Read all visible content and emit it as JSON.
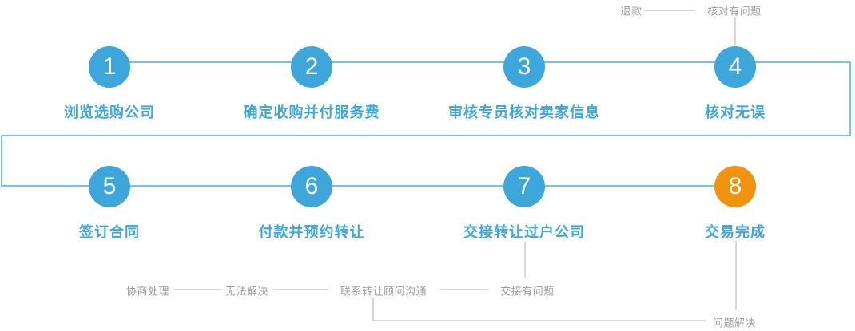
{
  "diagram_title": "company-purchase-transfer-process",
  "palette": {
    "step_blue": "#3da7dc",
    "step_orange": "#f2930f",
    "flow_line_blue": "#4aabdd",
    "annotation_gray_text": "#9c9c9c",
    "annotation_gray_line": "#b0b0b0",
    "background": "#ffffff"
  },
  "steps": [
    {
      "number": "1",
      "label": "浏览选购公司"
    },
    {
      "number": "2",
      "label": "确定收购并付服务费"
    },
    {
      "number": "3",
      "label": "审核专员核对卖家信息"
    },
    {
      "number": "4",
      "label": "核对无误"
    },
    {
      "number": "5",
      "label": "签订合同"
    },
    {
      "number": "6",
      "label": "付款并预约转让"
    },
    {
      "number": "7",
      "label": "交接转让过户公司"
    },
    {
      "number": "8",
      "label": "交易完成"
    }
  ],
  "annotations": {
    "refund": "退款",
    "verify_problem": "核对有问题",
    "negotiate": "协商处理",
    "cannot_resolve": "无法解决",
    "contact_advisor": "联系转让顾问沟通",
    "handover_problem": "交接有问题",
    "problem_resolved": "问题解决"
  }
}
